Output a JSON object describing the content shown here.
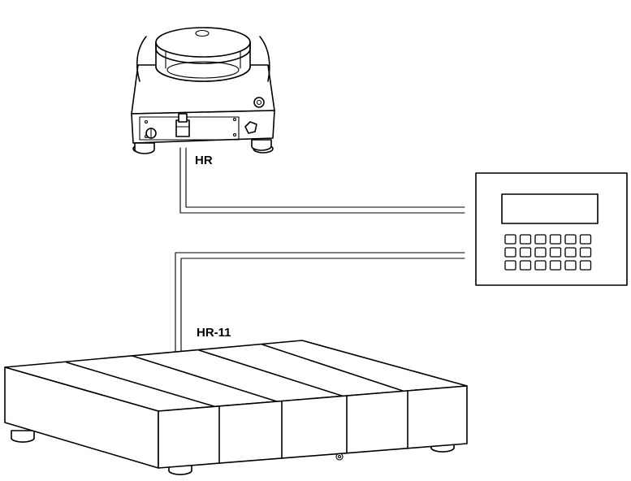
{
  "labels": {
    "small_scale": "HR",
    "platform_scale": "HR-11"
  },
  "keypad": {
    "rows": 3,
    "cols": 6
  }
}
